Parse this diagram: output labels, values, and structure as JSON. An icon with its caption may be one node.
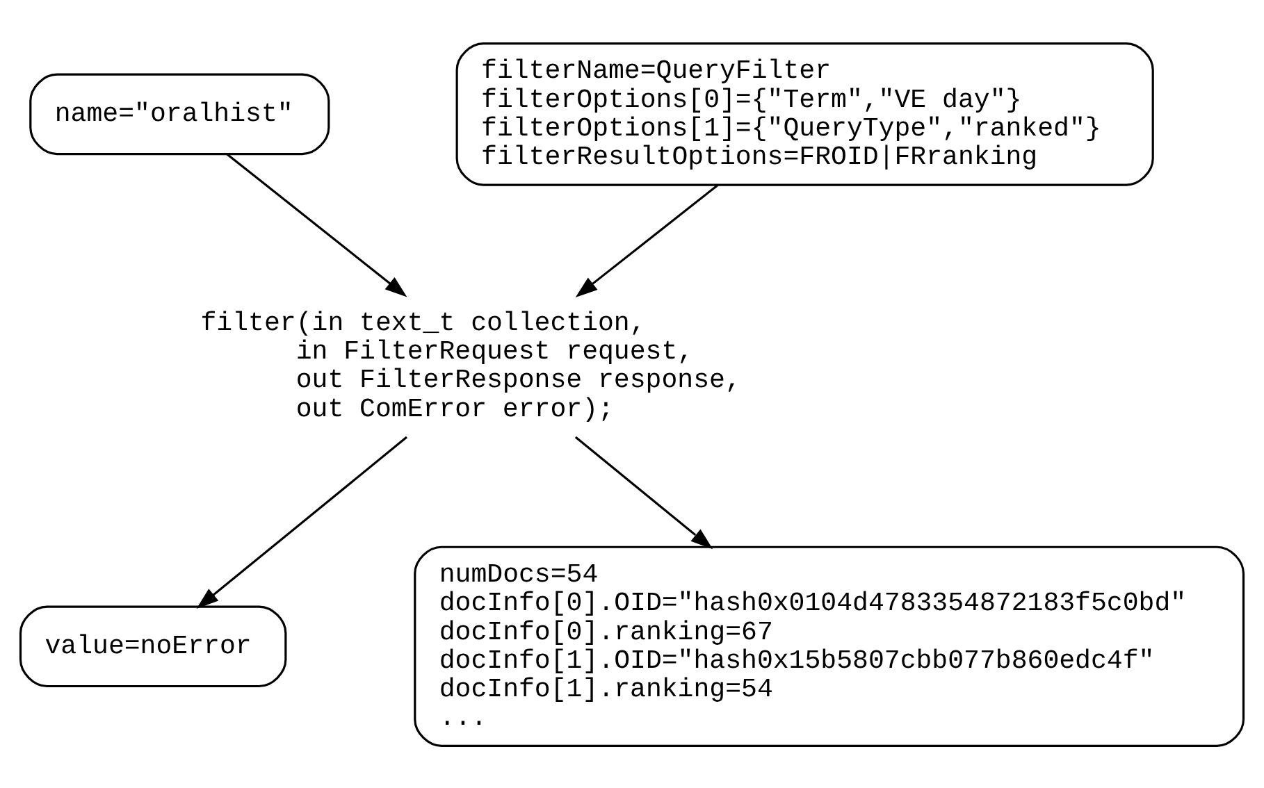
{
  "diagram": {
    "nodes": [
      {
        "text": [
          "name=\"oralhist\""
        ]
      },
      {
        "text": [
          "filterName=QueryFilter",
          "filterOptions[0]={\"Term\",\"VE day\"}",
          "filterOptions[1]={\"QueryType\",\"ranked\"}",
          "filterResultOptions=FROID|FRranking"
        ]
      },
      {
        "text": [
          "filter(in text_t collection,",
          "       in FilterRequest request,",
          "       out FilterResponse response,",
          "       out ComError error);"
        ]
      },
      {
        "text": [
          "value=noError"
        ]
      },
      {
        "text": [
          "numDocs=54",
          "docInfo[0].OID=\"hash0x0104d4783354872183f5c0bd\"",
          "docInfo[0].ranking=67",
          "docInfo[1].OID=\"hash0x15b5807cbb077b860edc4f\"",
          "docInfo[1].ranking=54",
          "..."
        ]
      }
    ],
    "edges": [
      {
        "from": 0,
        "to": 2,
        "arrow": "to"
      },
      {
        "from": 1,
        "to": 2,
        "arrow": "to"
      },
      {
        "from": 2,
        "to": 3,
        "arrow": "to"
      },
      {
        "from": 2,
        "to": 4,
        "arrow": "to"
      }
    ]
  }
}
